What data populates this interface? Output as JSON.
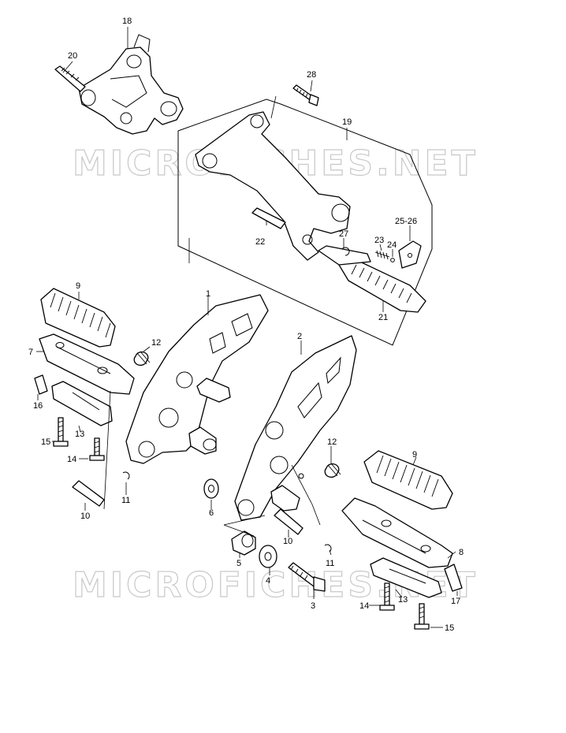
{
  "watermark": "MICROFICHES.NET",
  "callouts": {
    "c1": "1",
    "c2": "2",
    "c3": "3",
    "c4": "4",
    "c5": "5",
    "c6": "6",
    "c7": "7",
    "c8": "8",
    "c9a": "9",
    "c9b": "9",
    "c10a": "10",
    "c10b": "10",
    "c11a": "11",
    "c11b": "11",
    "c12a": "12",
    "c12b": "12",
    "c13a": "13",
    "c13b": "13",
    "c14a": "14",
    "c14b": "14",
    "c15a": "15",
    "c15b": "15",
    "c16": "16",
    "c17": "17",
    "c18": "18",
    "c19": "19",
    "c20": "20",
    "c21": "21",
    "c22": "22",
    "c23": "23",
    "c24": "24",
    "c2526": "25-26",
    "c27": "27",
    "c28": "28"
  }
}
